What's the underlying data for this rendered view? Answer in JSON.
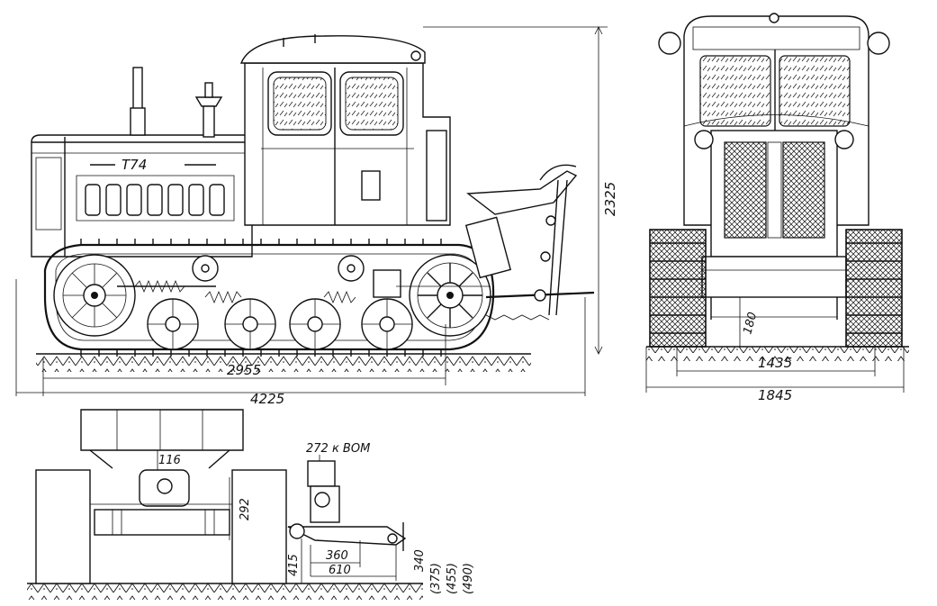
{
  "side_view": {
    "model_label": "Т74",
    "dim_height": "2325",
    "dim_base": "2955",
    "dim_length": "4225"
  },
  "front_view": {
    "dim_clearance": "180",
    "dim_track_gauge": "1435",
    "dim_width": "1845"
  },
  "rear_view": {
    "pto_label": "272 к ВОМ",
    "dim_116": "116",
    "dim_292": "292",
    "dim_415": "415",
    "dim_360": "360",
    "dim_610": "610",
    "dim_340": "340",
    "dim_375": "(375)",
    "dim_455": "(455)",
    "dim_490": "(490)"
  }
}
